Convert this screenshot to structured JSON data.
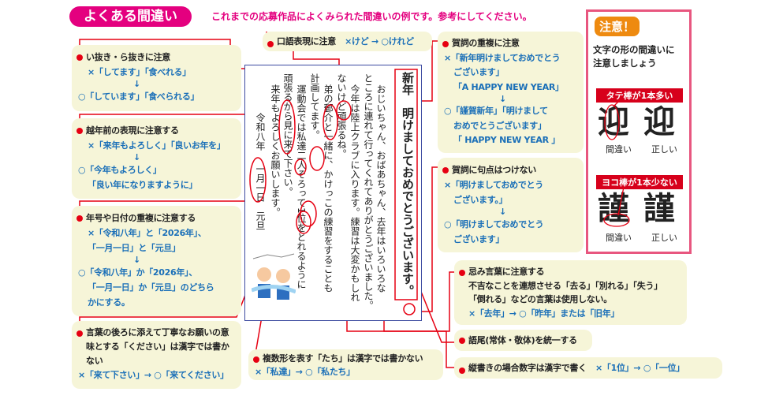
{
  "header": {
    "title": "よくある間違い",
    "subtitle": "これまでの応募作品によくみられた間違いの例です。参考にしてください。"
  },
  "left": [
    {
      "heading": "い抜き・ら抜きに注意",
      "lines": [
        "×「してます」「食べれる」",
        "↓",
        "○「しています」「食べられる」"
      ]
    },
    {
      "heading": "越年前の表現に注意する",
      "lines": [
        "×「来年もよろしく」「良いお年を」",
        "↓",
        "○「今年もよろしく」",
        "「良い年になりますように」"
      ]
    },
    {
      "heading": "年号や日付の重複に注意する",
      "lines": [
        "×「令和八年」と「2026年」、",
        "「一月一日」と「元旦」",
        "↓",
        "○「令和八年」か「2026年」、",
        "「一月一日」か「元旦」のどちら",
        "かにする。"
      ]
    },
    {
      "heading": "言葉の後ろに添えて丁寧なお願いの意味とする「ください」は漢字では書かない",
      "lines": [
        "×「来て下さい」→ ○「来てください」"
      ]
    }
  ],
  "colloquial": {
    "heading": "口語表現に注意",
    "example": "×けど → ○けれど"
  },
  "plural": {
    "heading": "複数形を表す「たち」は漢字では書かない",
    "example": "×「私達」→ ○「私たち」"
  },
  "right": [
    {
      "heading": "賀詞の重複に注意",
      "lines": [
        "×「新年明けましておめでとう",
        "ございます」",
        "「A HAPPY NEW YEAR」",
        "↓",
        "○「謹賀新年」「明けまして",
        "おめでとうございます」",
        "「 HAPPY NEW YEAR 」"
      ]
    },
    {
      "heading": "賀詞に句点はつけない",
      "lines": [
        "×「明けましておめでとう",
        "ございます。」",
        "↓",
        "○「明けましておめでとう",
        "ございます」"
      ]
    },
    {
      "heading": "忌み言葉に注意する",
      "lines": [
        "不吉なことを連想させる「去る」「別れる」「失う」",
        "「倒れる」などの言葉は使用しない。",
        "×「去年」→ ○「昨年」または「旧年」"
      ]
    },
    {
      "heading": "語尾(常体・敬体)を統一する"
    },
    {
      "heading": "縦書きの場合数字は漢字で書く",
      "example": "×「1位」→ ○「一位」"
    }
  ],
  "card": {
    "columns": [
      "新年　明けましておめでとうございます。",
      "おじいちゃん、おばあちゃん、去年はいろいろな",
      "ところに連れて行ってくれてありがとうございました。",
      "今年は陸上クラブに入ります。練習は大変かもしれ",
      "ないけど頑張るね。",
      "弟の郵介と一緒に、かけっこの練習をすることも",
      "計画してます。",
      "運動会では私達二人そろって1位をとれるように",
      "頑張るから見に来て下さい。",
      "来年もよろしくお願いします。",
      "令和八年",
      "一月一日　元旦"
    ]
  },
  "panel": {
    "badge": "注意！",
    "intro": [
      "文字の形の間違いに",
      "注意しましょう"
    ],
    "ex1": {
      "tag": "タテ棒が1本多い",
      "wrong": "迎",
      "right": "迎",
      "wrong_label": "間違い",
      "right_label": "正しい"
    },
    "ex2": {
      "tag": "ヨコ棒が1本少ない",
      "wrong": "謹",
      "right": "謹",
      "wrong_label": "間違い",
      "right_label": "正しい"
    }
  },
  "colors": {
    "accent": "#e4007f",
    "red": "#e60012",
    "blue": "#1a6fb8",
    "box": "#f6f5d8",
    "badge": "#ee8a10"
  }
}
